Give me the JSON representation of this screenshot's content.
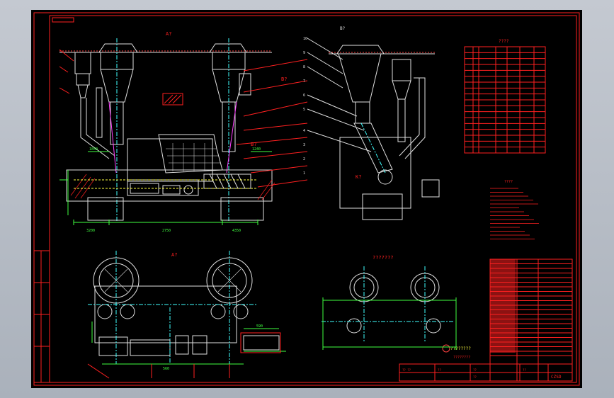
{
  "view_a_top_label": "A?",
  "view_a_bottom_label": "A?",
  "view_b_label": "B?",
  "section_label": "???????",
  "table_title": "????",
  "notes_title": "????",
  "side_marks": [
    "K?",
    "B?"
  ],
  "bom_rows": 18,
  "title_block": {
    "drawing_code": "CZSD",
    "company_text": "????????",
    "row_labels": [
      "?? ??",
      "??",
      "??",
      "??",
      "??"
    ]
  },
  "colors": {
    "border": "#ff2020",
    "main": "#e0e0e0",
    "center": "#40ffff",
    "dim": "#40ff40",
    "annot": "#ff2020",
    "hidden": "#ffff40",
    "accent": "#ff40ff"
  },
  "dims": [
    "2750",
    "3200",
    "4350",
    "1850",
    "1240",
    "560",
    "590"
  ],
  "balloons": [
    "10",
    "9",
    "8",
    "7",
    "6",
    "5",
    "4",
    "3",
    "2",
    "1"
  ]
}
